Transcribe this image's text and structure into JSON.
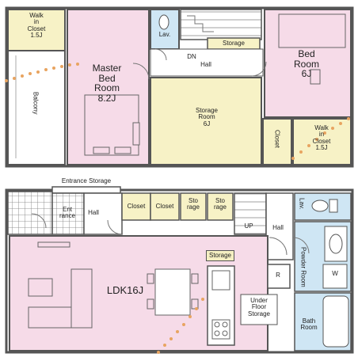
{
  "upper": {
    "walkin_closet_left": [
      "Walk",
      "in",
      "Closet",
      "1.5J"
    ],
    "master_bedroom": [
      "Master",
      "Bed",
      "Room",
      "8.2J"
    ],
    "lav": "Lav.",
    "dn": "DN",
    "hall": "Hall",
    "storage": "Storage",
    "bedroom": [
      "Bed",
      "Room",
      "6J"
    ],
    "balcony": "Balcony",
    "storage_room": [
      "Storage",
      "Room",
      "6J"
    ],
    "closet": "Closet",
    "walkin_closet_right": [
      "Walk",
      "in",
      "Closet",
      "1.5J"
    ]
  },
  "lower": {
    "entrance_storage": "Entrance Storage",
    "entrance": [
      "Ent",
      "rance"
    ],
    "hall_left": "Hall",
    "closet_1": "Closet",
    "closet_2": "Closet",
    "storage_1": [
      "Sto",
      "rage"
    ],
    "storage_2": [
      "Sto",
      "rage"
    ],
    "up": "UP",
    "hall_right": "Hall",
    "lav": "Lav.",
    "storage_small": "Storage",
    "ldk": "LDK16J",
    "powder_room": "Powder Room",
    "w_mark": "W",
    "r_mark": "R",
    "underfloor": [
      "Under",
      "Floor",
      "Storage"
    ],
    "bath_room": [
      "Bath",
      "Room"
    ]
  },
  "colors": {
    "pink": "#f6dbe8",
    "yellow": "#f7f2c6",
    "blue": "#cfe6f4",
    "wall": "#555555",
    "dots": "#e8a460"
  }
}
